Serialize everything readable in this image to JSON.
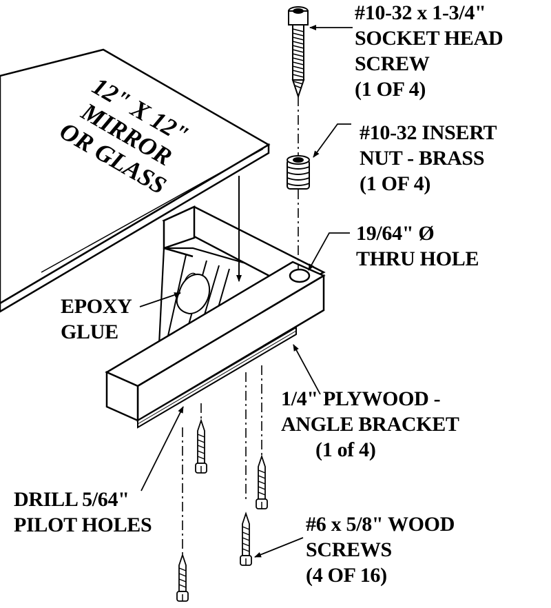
{
  "labels": {
    "socket_screw": [
      "#10-32 x 1-3/4\"",
      "SOCKET HEAD",
      "SCREW",
      "(1 OF 4)"
    ],
    "insert_nut": [
      "#10-32 INSERT",
      "NUT - BRASS",
      "(1 OF 4)"
    ],
    "thru_hole": [
      "19/64\" Ø",
      "THRU HOLE"
    ],
    "epoxy": [
      "EPOXY",
      "GLUE"
    ],
    "plywood": [
      "1/4\" PLYWOOD -",
      "ANGLE BRACKET",
      "(1 of 4)"
    ],
    "drill": [
      "DRILL 5/64\"",
      "PILOT HOLES"
    ],
    "wood_screws": [
      "#6 x 5/8\" WOOD",
      "SCREWS",
      "(4 OF 16)"
    ],
    "mirror": [
      "12\" X 12\"",
      "MIRROR",
      "OR GLASS"
    ]
  }
}
